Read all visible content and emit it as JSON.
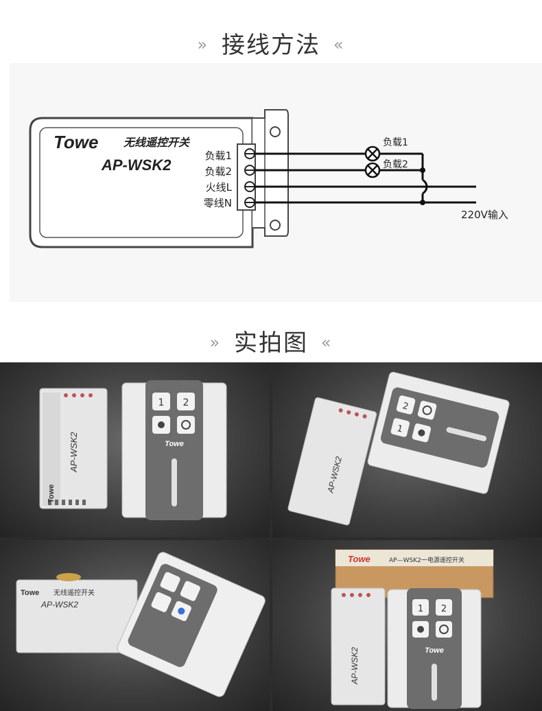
{
  "sections": {
    "wiring_title": "接线方法",
    "photos_title": "实拍图",
    "chevron_left": "»",
    "chevron_right": "«"
  },
  "diagram": {
    "brand": "Towe",
    "product_name": "无线遥控开关",
    "model": "AP-WSK2",
    "terminal_labels": [
      "负载1",
      "负载2",
      "火线L",
      "零线N"
    ],
    "load_labels": [
      "负载1",
      "负载2"
    ],
    "input_label": "220V输入"
  },
  "photos": {
    "receiver_model": "AP-WSK2",
    "brand": "Towe",
    "button_labels": [
      "1",
      "2"
    ],
    "receiver_title": "无线遥控开关",
    "box_label": "AP—WSK2一电源遥控开关"
  }
}
